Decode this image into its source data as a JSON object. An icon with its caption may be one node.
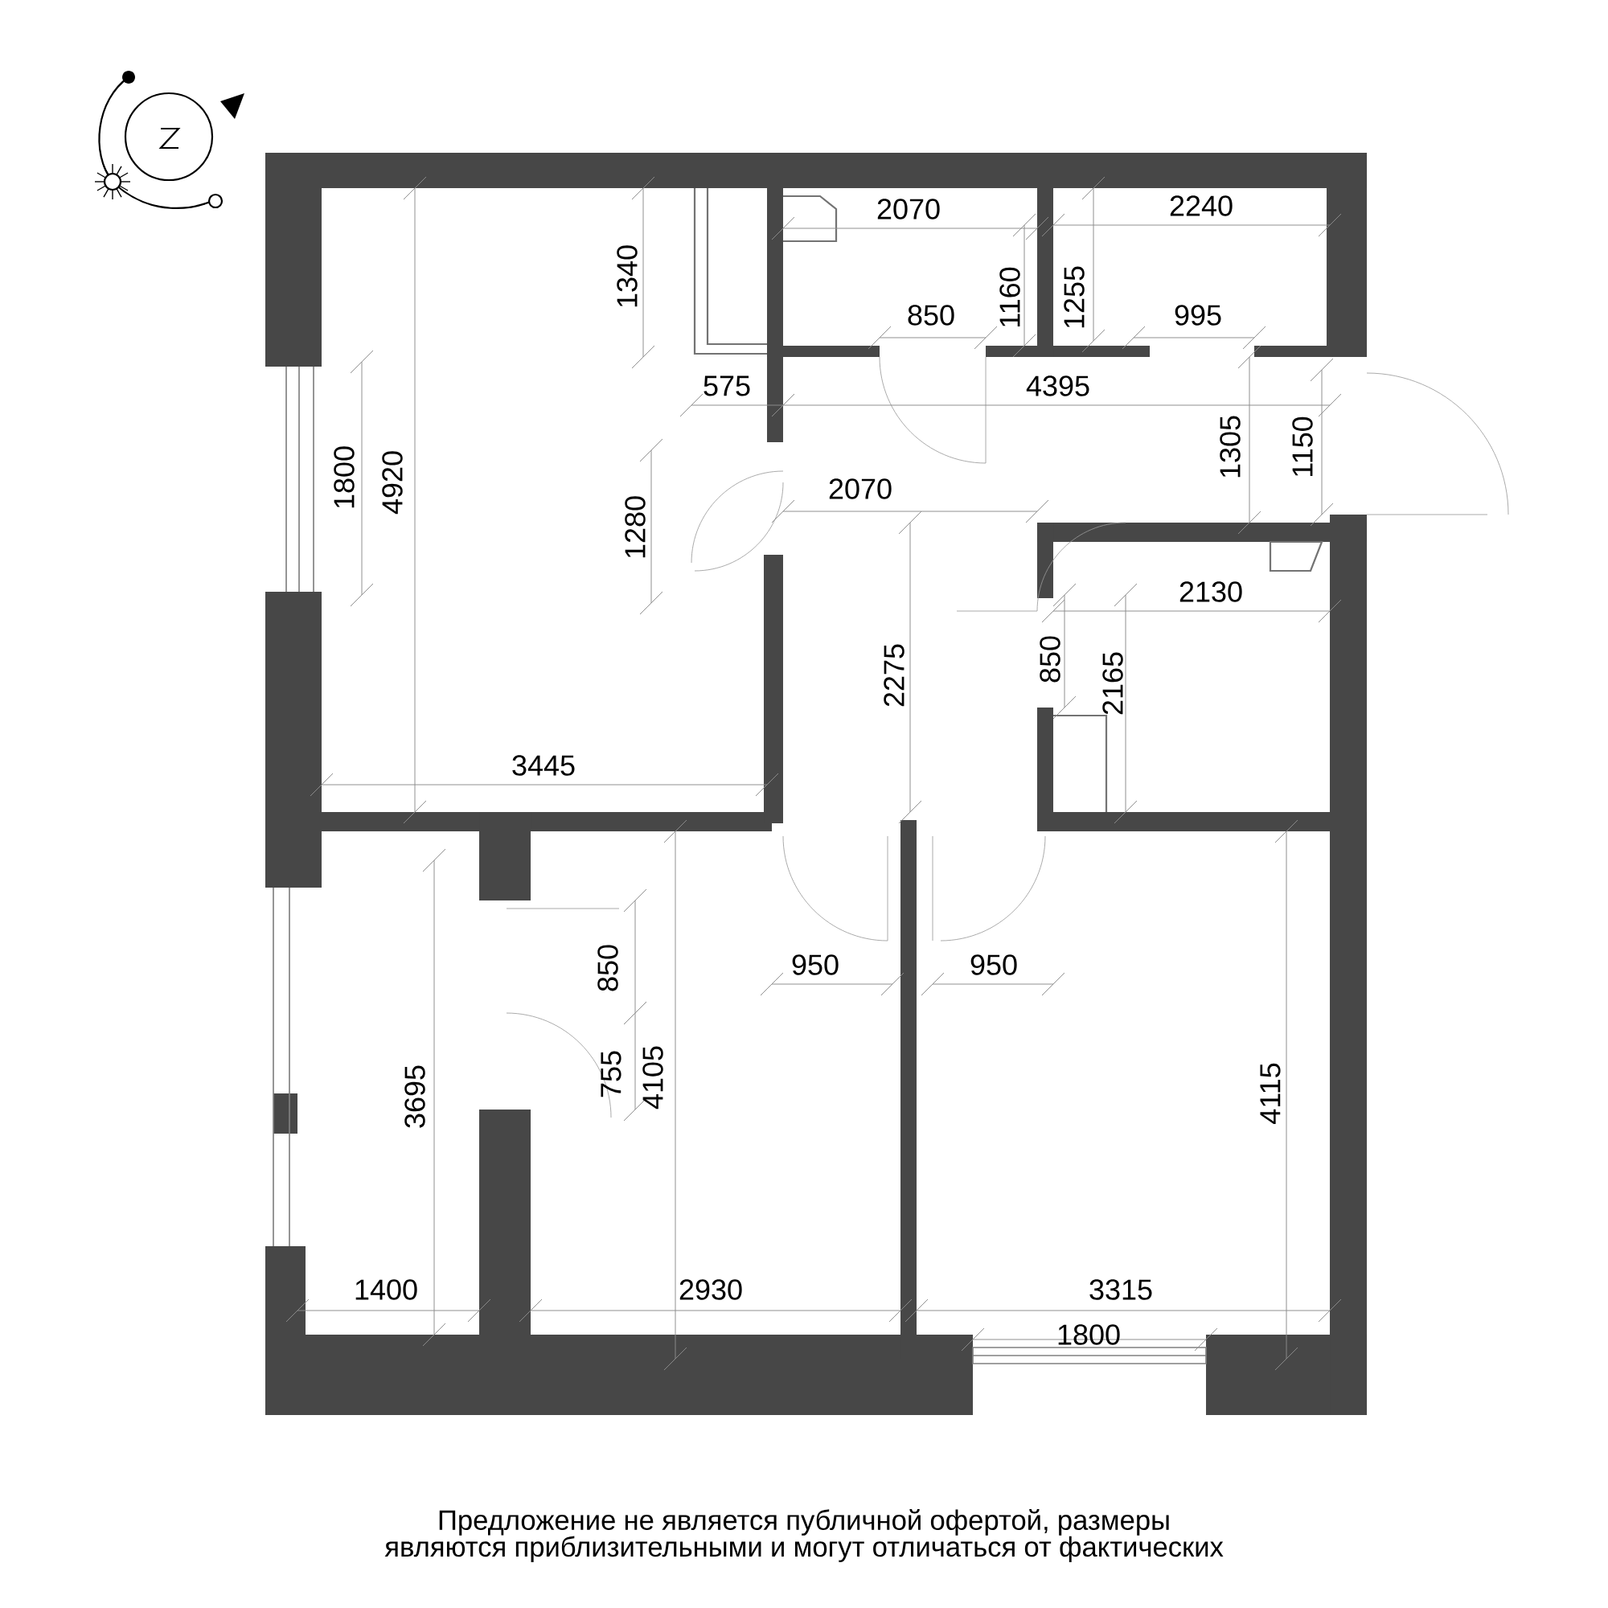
{
  "diagram": {
    "caption": "Предложение не является публичной офертой, размеры являются приблизительными и могут отличаться от фактических",
    "labels": [
      "2070",
      "2240",
      "1340",
      "1160",
      "1255",
      "850",
      "995",
      "575",
      "4395",
      "1800",
      "4920",
      "1305",
      "1150",
      "2070",
      "1280",
      "2130",
      "2275",
      "850",
      "2165",
      "3445",
      "850",
      "950",
      "950",
      "3695",
      "755",
      "4105",
      "4115",
      "1400",
      "2930",
      "3315",
      "1800"
    ]
  }
}
